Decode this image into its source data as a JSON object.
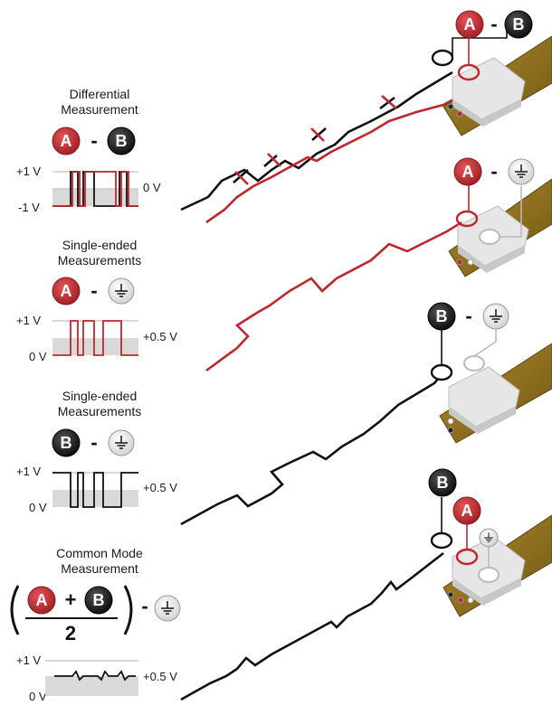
{
  "panels": [
    {
      "title_line1": "Differential",
      "title_line2": "Measurement",
      "left": "A",
      "operator": "-",
      "right": "B",
      "top_label": "+1 V",
      "mid_label": "0 V",
      "bottom_label": "-1 V"
    },
    {
      "title_line1": "Single-ended",
      "title_line2": "Measurements",
      "left": "A",
      "operator": "-",
      "right": "ground",
      "top_label": "+1 V",
      "mid_label": "+0.5 V",
      "bottom_label": "0 V"
    },
    {
      "title_line1": "Single-ended",
      "title_line2": "Measurements",
      "left": "B",
      "operator": "-",
      "right": "ground",
      "top_label": "+1 V",
      "mid_label": "+0.5 V",
      "bottom_label": "0 V"
    },
    {
      "title_line1": "Common Mode",
      "title_line2": "Measurement",
      "left": "A",
      "plus": "+",
      "right": "B",
      "divisor": "2",
      "operator": "-",
      "ground": "ground",
      "top_label": "+1 V",
      "mid_label": "+0.5 V",
      "bottom_label": "0 V"
    }
  ],
  "probes": [
    {
      "left": "A",
      "operator": "-",
      "right": "B"
    },
    {
      "left": "A",
      "operator": "-",
      "right": "ground"
    },
    {
      "left": "B",
      "operator": "-",
      "right": "ground"
    },
    {
      "first": "B",
      "second": "A",
      "third": "ground"
    }
  ],
  "colors": {
    "signal_a": "#c0272d",
    "signal_b": "#111111",
    "ground_fill": "#ececec",
    "band": "#d9d9d9",
    "board": "#8a6d1e"
  }
}
